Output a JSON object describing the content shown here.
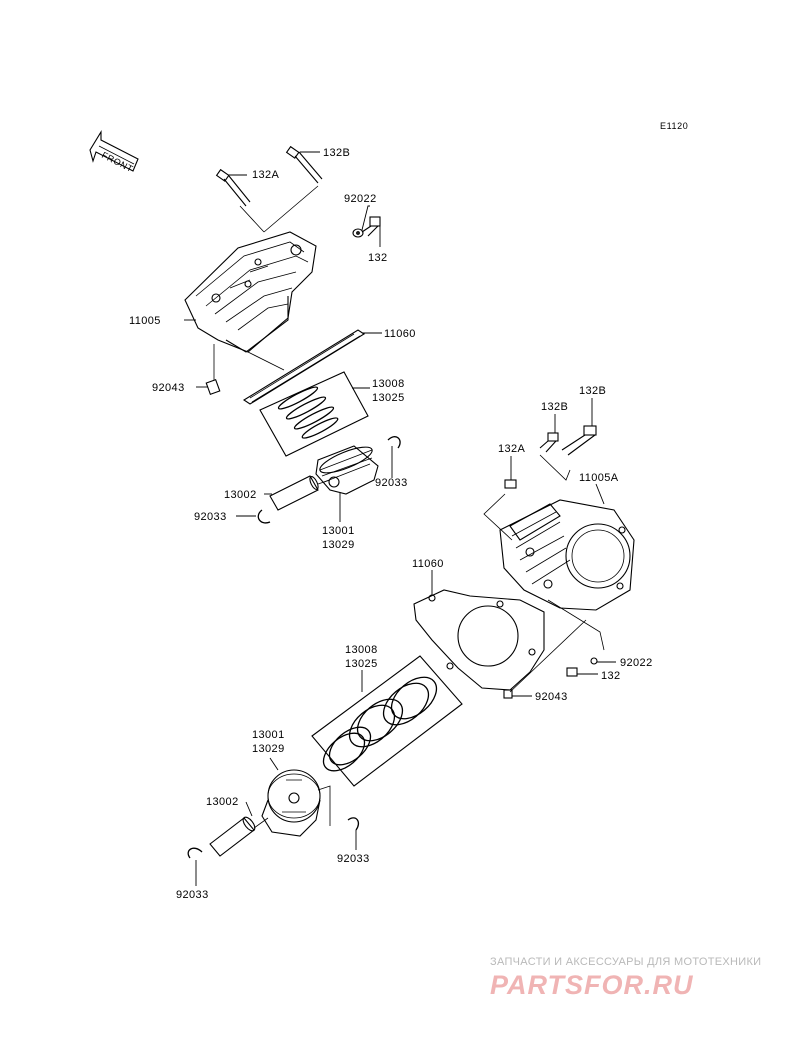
{
  "diagram": {
    "code": "E1120",
    "front_label": "FRONT",
    "callouts_front": {
      "bolt_132b": "132B",
      "bolt_132a": "132A",
      "washer_92022": "92022",
      "bolt_132": "132",
      "cylinder_11005": "11005",
      "gasket_11060": "11060",
      "dowel_92043": "92043",
      "rings_13008": "13008",
      "rings_13025": "13025",
      "circlip_92033_right": "92033",
      "pin_13002": "13002",
      "circlip_92033_left": "92033",
      "piston_13001": "13001",
      "piston_13029": "13029"
    },
    "callouts_rear": {
      "bolt_132b_top": "132B",
      "bolt_132b": "132B",
      "bolt_132a": "132A",
      "cylinder_11005a": "11005A",
      "gasket_11060": "11060",
      "washer_92022": "92022",
      "bolt_132": "132",
      "dowel_92043": "92043",
      "rings_13008": "13008",
      "rings_13025": "13025",
      "piston_13001": "13001",
      "piston_13029": "13029",
      "pin_13002": "13002",
      "circlip_92033_right": "92033",
      "circlip_92033_left": "92033"
    }
  },
  "watermark": {
    "tagline": "ЗАПЧАСТИ И АКСЕССУАРЫ ДЛЯ МОТОТЕХНИКИ",
    "logo_text": "PARTSFOR.RU"
  }
}
